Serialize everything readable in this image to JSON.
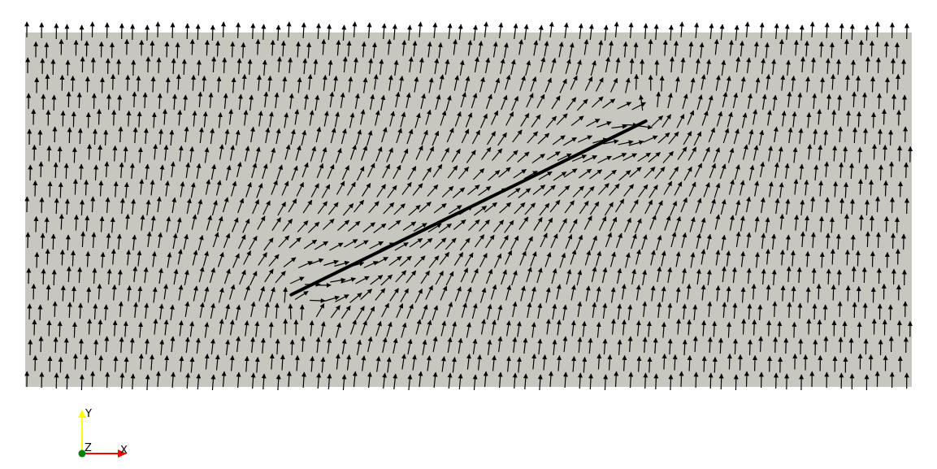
{
  "scene": {
    "background_color": "#ffffff",
    "domain_color": "#c8c7bf",
    "arrow_color": "#000000",
    "crack_color": "#000000"
  },
  "field": {
    "far_field_direction": "+Y",
    "crack": {
      "start": [
        0.3,
        0.74
      ],
      "end": [
        0.7,
        0.25
      ]
    }
  },
  "orientation_axes": {
    "x": {
      "label": "X",
      "color": "#ff0000"
    },
    "y": {
      "label": "Y",
      "color": "#ffff00"
    },
    "z": {
      "label": "Z",
      "color": "#008000"
    }
  }
}
